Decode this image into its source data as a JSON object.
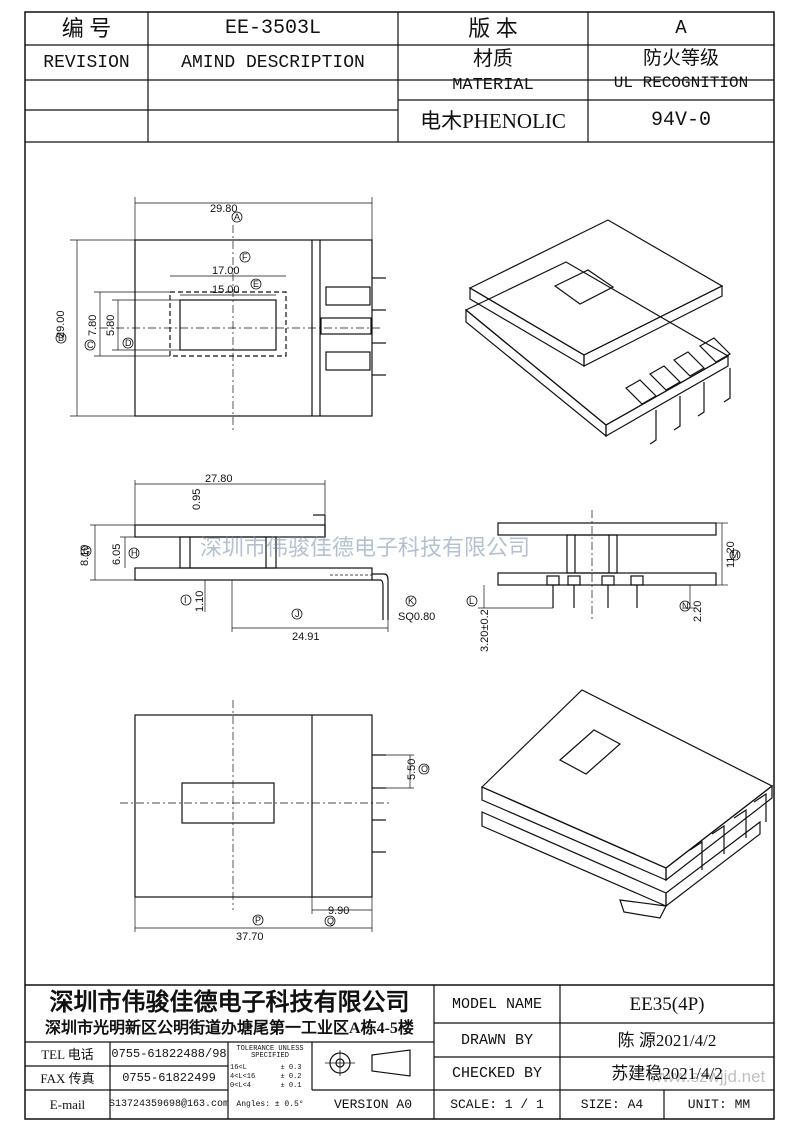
{
  "header": {
    "number_label": "编  号",
    "part_number": "EE-3503L",
    "version_label": "版 本",
    "version_value": "A",
    "revision_label": "REVISION",
    "amend_label": "AMIND DESCRIPTION",
    "material_cn": "材质",
    "material_en": "MATERIAL",
    "ul_cn": "防火等级",
    "ul_en": "UL RECOGNITION",
    "material_value": "电木PHENOLIC",
    "ul_value": "94V-0"
  },
  "dimensions": {
    "top_width": "29.80",
    "inner_outer": "17.00",
    "inner_inner": "15.00",
    "height_total": "29.00",
    "slot_outer": "7.80",
    "slot_inner": "5.80",
    "side_width": "27.80",
    "flange": "0.95",
    "side_height": "8.10",
    "side_inner": "6.05",
    "base": "1.10",
    "pin_span": "24.91",
    "pin_sq": "SQ0.80",
    "front_height": "11.20",
    "pin_len": "3.20±0.2",
    "pin_offset": "2.20",
    "pitch": "5.50",
    "bottom_width": "37.70",
    "bottom_step": "9.90"
  },
  "callouts": [
    "A",
    "B",
    "C",
    "D",
    "E",
    "F",
    "G",
    "H",
    "I",
    "J",
    "K",
    "L",
    "M",
    "N",
    "O",
    "P",
    "Q"
  ],
  "watermark": "深圳市伟骏佳德电子科技有限公司",
  "website": "www.szwjjd.net",
  "title_block": {
    "company": "深圳市伟骏佳德电子科技有限公司",
    "address": "深圳市光明新区公明街道办塘尾第一工业区A栋4-5楼",
    "tel_label": "TEL 电话",
    "tel": "0755-61822488/98",
    "fax_label": "FAX 传真",
    "fax": "0755-61822499",
    "email_label": "E-mail",
    "email": "S13724359698@163.com",
    "tolerance_title": "TOLERANCE UNLESS SPECIFIED",
    "tol_rows": [
      [
        "16<L",
        "± 0.3"
      ],
      [
        "4<L<16",
        "± 0.2"
      ],
      [
        "0<L<4",
        "± 0.1"
      ]
    ],
    "angles": "Angles: ± 0.5°",
    "version": "VERSION A0",
    "model_label": "MODEL NAME",
    "model": "EE35(4P)",
    "drawn_label": "DRAWN BY",
    "drawn": "陈 源2021/4/2",
    "checked_label": "CHECKED BY",
    "checked": "苏建稳2021/4/2",
    "scale": "SCALE: 1 / 1",
    "size": "SIZE: A4",
    "unit": "UNIT: MM"
  }
}
